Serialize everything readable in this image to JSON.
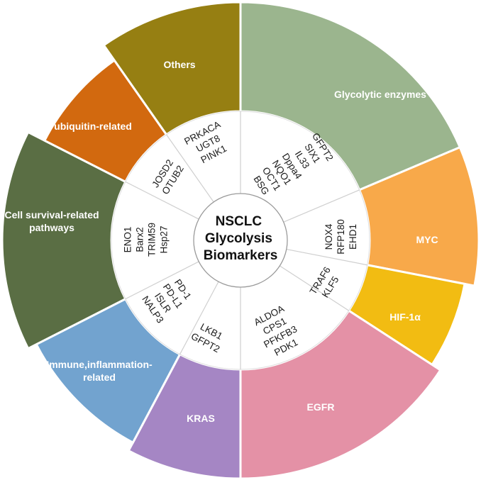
{
  "center": {
    "lines": [
      "NSCLC",
      "Glycolysis",
      "Biomarkers"
    ]
  },
  "segments": [
    {
      "label_lines": [
        "Glycolytic enzymes"
      ],
      "color": "#9BB58E",
      "genes": [
        "GFPT2",
        "SIX1",
        "IL33",
        "Dppa4",
        "NQO1",
        "OCT1",
        "BSG"
      ]
    },
    {
      "label_lines": [
        "MYC"
      ],
      "color": "#F8A94A",
      "genes": [
        "NOX4",
        "RFP180",
        "EHD1"
      ]
    },
    {
      "label_lines": [
        "HIF-1α"
      ],
      "color": "#F2BC12",
      "genes": [
        "TRAF6",
        "KLF5"
      ]
    },
    {
      "label_lines": [
        "EGFR"
      ],
      "color": "#E491A6",
      "genes": [
        "ALDOA",
        "CPS1",
        "PFKFB3",
        "PDK1"
      ]
    },
    {
      "label_lines": [
        "KRAS"
      ],
      "color": "#A586C4",
      "genes": [
        "LKB1",
        "GFPT2"
      ]
    },
    {
      "label_lines": [
        "Immune,inflammation-",
        "related"
      ],
      "color": "#72A3CF",
      "genes": [
        "PD-1",
        "PD-L1",
        "ISLR",
        "NALP3"
      ]
    },
    {
      "label_lines": [
        "Cell survival-related",
        "pathways"
      ],
      "color": "#5A6E44",
      "genes": [
        "ENO1",
        "Barx2",
        "TRIM59",
        "Hsp27"
      ]
    },
    {
      "label_lines": [
        "ubiquitin-related"
      ],
      "color": "#D2690F",
      "genes": [
        "JOSD2",
        "OTUB2"
      ]
    },
    {
      "label_lines": [
        "Others"
      ],
      "color": "#967F12",
      "genes": [
        "PRKACA",
        "UGT8",
        "PINK1"
      ]
    }
  ]
}
